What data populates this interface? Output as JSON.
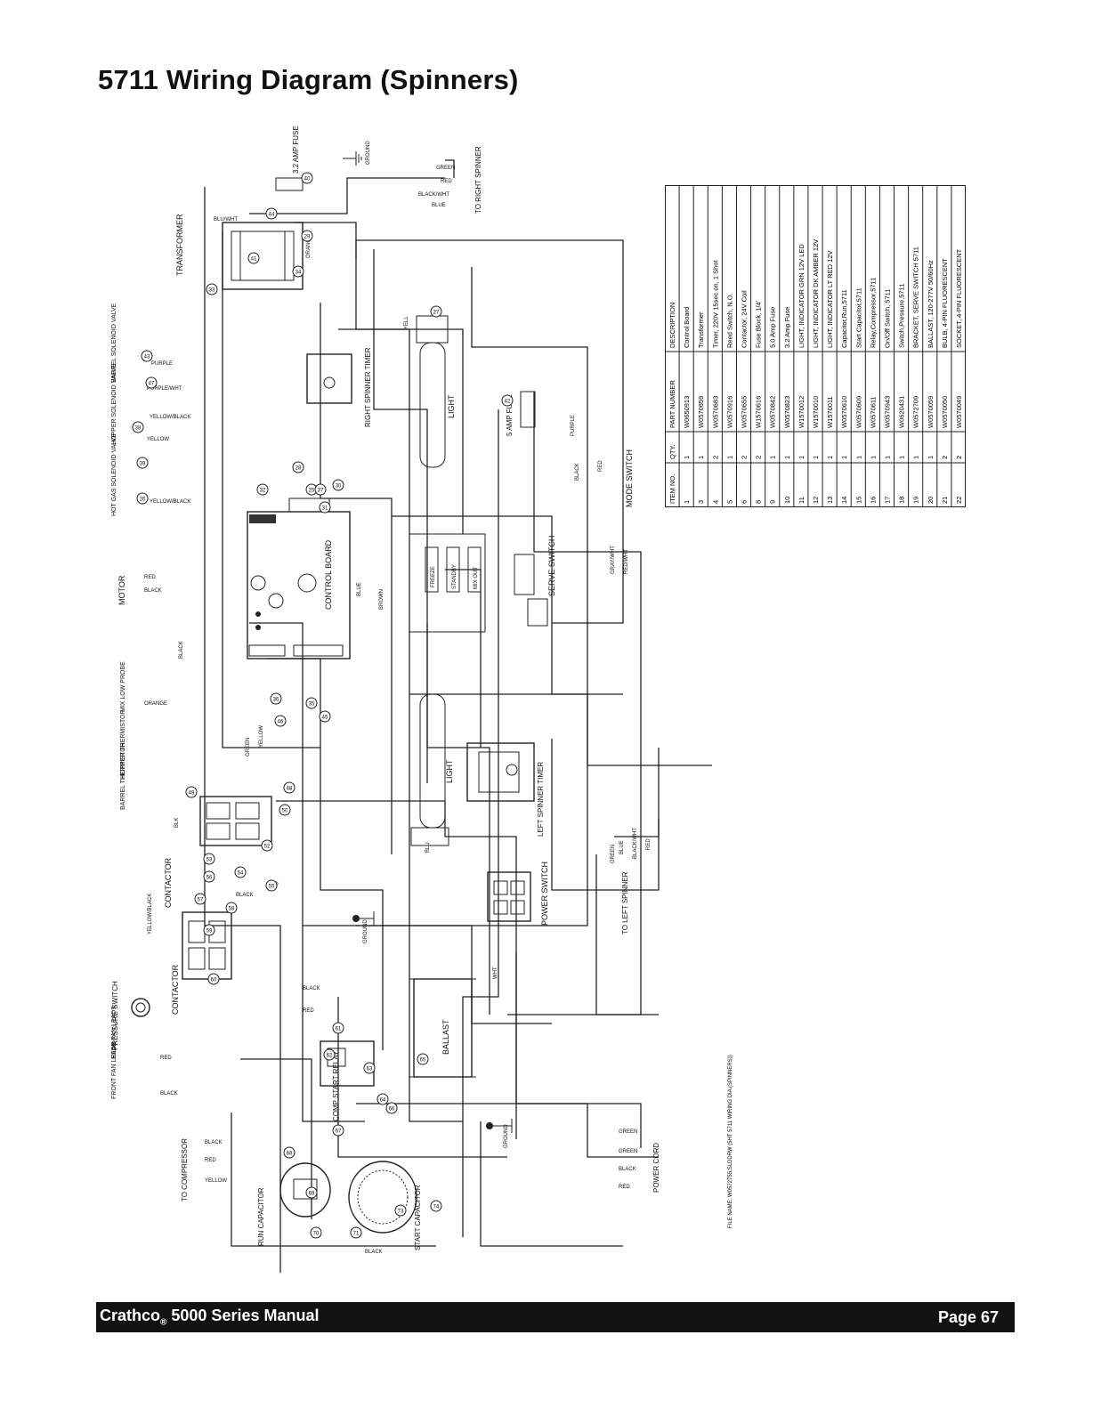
{
  "page": {
    "title": "5711 Wiring Diagram (Spinners)",
    "footer_brand": "Crathco",
    "footer_reg": "®",
    "footer_series": " 5000 Series Manual",
    "footer_page": "Page 67",
    "file_name": "FILE NAME: W0572755.SLDDRW (5HT 5711 WIRING DIA (SPINNERS))"
  },
  "parts_table": {
    "headers": [
      "ITEM NO.",
      "QTY.",
      "PART NUMBER",
      "DESCRIPTION"
    ],
    "rows": [
      [
        "1",
        "1",
        "W0650913",
        "Control Board"
      ],
      [
        "3",
        "1",
        "W0570659",
        "Transformer"
      ],
      [
        "4",
        "2",
        "W0570683",
        "Timer, 220V 15sec on, 1 Shot"
      ],
      [
        "5",
        "1",
        "W0570916",
        "Reed Switch, N.O."
      ],
      [
        "6",
        "2",
        "W0570655",
        "Contactor, 24V Coil"
      ],
      [
        "8",
        "2",
        "W1570616",
        "Fuse Block, 1/4'"
      ],
      [
        "9",
        "1",
        "W0570842",
        "5.0  Amp Fuse"
      ],
      [
        "10",
        "1",
        "W0570823",
        "3.2  Amp Fuse"
      ],
      [
        "11",
        "1",
        "W1570012",
        "LIGHT, INDICATOR GRN 12V LED"
      ],
      [
        "12",
        "1",
        "W1570010",
        "LIGHT, INDICATOR DK AMBER 12V"
      ],
      [
        "13",
        "1",
        "W1570011",
        "LIGHT, INDICATOR LT RED 12V"
      ],
      [
        "14",
        "1",
        "W0570610",
        "Capacitor,Run,5711"
      ],
      [
        "15",
        "1",
        "W0570609",
        "Start Capacitor,5711"
      ],
      [
        "16",
        "1",
        "W0570611",
        "Relay,Compressor,5711"
      ],
      [
        "17",
        "1",
        "W0570943",
        "On/Off Switch, 5711"
      ],
      [
        "18",
        "1",
        "W0620431",
        "Switch,Pressure,5711"
      ],
      [
        "19",
        "1",
        "W0572709",
        "BRACKET, SERVE SWITCH 5711"
      ],
      [
        "20",
        "1",
        "W0570059",
        "BALLAST, 120-277V 50/60Hz"
      ],
      [
        "21",
        "2",
        "W0570050",
        "BULB, 4-PIN FLUORESCENT"
      ],
      [
        "22",
        "2",
        "W0570049",
        "SOCKET, 4-PIN FLUORESCENT"
      ]
    ]
  },
  "diagram": {
    "components": {
      "transformer": "TRANSFORMER",
      "fuse_32": "3.2 AMP FUSE",
      "fuse_5": "5 AMP FUSE",
      "right_timer": "RIGHT SPINNER TIMER",
      "left_timer": "LEFT SPINNER TIMER",
      "control_board": "CONTROL BOARD",
      "light": "LIGHT",
      "serve_switch": "SERVE SWITCH",
      "mode_switch": "MODE SWITCH",
      "contactor": "CONTACTOR",
      "pressure_switch": "PRESSURE SWITCH",
      "comp_start_relay": "COMP START RELAY",
      "run_capacitor": "RUN CAPACITOR",
      "start_capacitor": "START CAPACITOR",
      "ballast": "BALLAST",
      "power_switch": "POWER SWITCH",
      "power_cord": "POWER CORD",
      "to_left_spinner": "TO LEFT SPINNER",
      "to_right_spinner": "TO RIGHT SPINNER",
      "to_compressor": "TO COMPRESSOR",
      "motor": "MOTOR",
      "mix_low_probe": "MIX LOW PROBE",
      "hopper_thermistor": "HOPPER THERMISTOR",
      "barrel_thermistor": "BARREL THERMISTOR",
      "barrel_solenoid": "BARREL SOLENOID VALVE",
      "hopper_solenoid": "HOPPER SOLENOID VALVE",
      "hot_gas_solenoid": "HOT GAS SOLENOID VALVE",
      "rear_fan": "REAR FAN LEADS",
      "front_fan": "FRONT FAN LEADS",
      "ground": "GROUND",
      "freeze": "FREEZE",
      "standby": "STANDBY",
      "mix_out": "MIX OUT"
    },
    "wire_colors": {
      "green": "GREEN",
      "red": "RED",
      "black": "BLACK",
      "blue": "BLUE",
      "yellow": "YELLOW",
      "orange": "ORANGE",
      "purple": "PURPLE",
      "brown": "BROWN",
      "blk_wht": "BLACK/WHT",
      "blu_wht": "BLU/WHT",
      "purple_wht": "PURPLE/WHT",
      "yellow_black": "YELLOW/BLACK",
      "gray_wht": "GRAY/WHT",
      "red_wht": "RED/WHT",
      "yell": "YELL",
      "blu": "BLU",
      "wht": "WHT",
      "blk": "BLK"
    },
    "node_labels": [
      "44",
      "41",
      "33",
      "29",
      "34",
      "40",
      "27",
      "42",
      "43",
      "47",
      "38",
      "39",
      "26",
      "28",
      "25",
      "32",
      "37",
      "30",
      "31",
      "36",
      "35",
      "45",
      "46",
      "49",
      "48",
      "50",
      "52",
      "53",
      "54",
      "55",
      "56",
      "57",
      "58",
      "59",
      "60",
      "61",
      "62",
      "63",
      "64",
      "65",
      "66",
      "67",
      "68",
      "69",
      "70",
      "71",
      "73",
      "74"
    ]
  }
}
